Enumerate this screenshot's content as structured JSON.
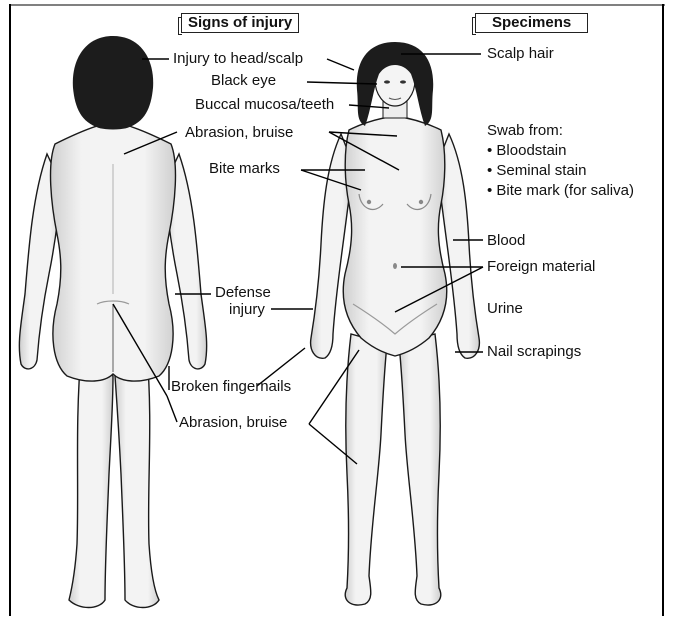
{
  "headers": {
    "signs_of_injury": "Signs of injury",
    "specimens": "Specimens"
  },
  "labels": {
    "injury_head_scalp": "Injury to head/scalp",
    "black_eye": "Black eye",
    "buccal_mucosa_teeth": "Buccal mucosa/teeth",
    "abrasion_bruise_upper": "Abrasion, bruise",
    "bite_marks": "Bite marks",
    "defense_injury_line1": "Defense",
    "defense_injury_line2": "injury",
    "broken_fingernails": "Broken fingernails",
    "abrasion_bruise_lower": "Abrasion, bruise",
    "scalp_hair": "Scalp hair",
    "swab_from": "Swab from:",
    "swab_items": [
      "• Bloodstain",
      "• Seminal stain",
      "• Bite mark (for saliva)"
    ],
    "blood": "Blood",
    "foreign_material": "Foreign material",
    "urine": "Urine",
    "nail_scrapings": "Nail scrapings"
  },
  "colors": {
    "skin": "#f2f2f2",
    "skin_shade": "#d6d6d6",
    "outline": "#1a1a1a",
    "hair": "#1c1c1c",
    "leader_line": "#000000"
  }
}
